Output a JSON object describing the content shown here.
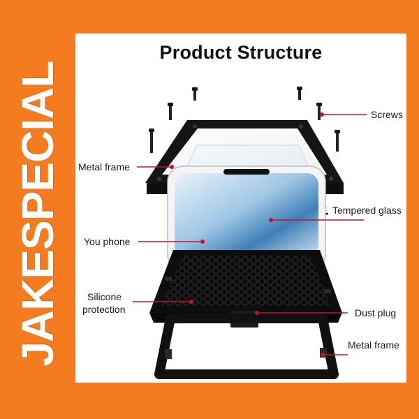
{
  "brand": {
    "text": "JAKESPECIAL"
  },
  "title": "Product Structure",
  "labels": {
    "screws": "Screws",
    "metal_frame_top": "Metal frame",
    "tempered_glass": "Tempered glass",
    "you_phone": "You phone",
    "silicone_line1": "Silicone",
    "silicone_line2": "protection",
    "dust_plug": "Dust plug",
    "metal_frame_bottom": "Metal frame"
  },
  "colors": {
    "brand_orange": "#f47b20",
    "panel": "#ffffff",
    "leader": "#c8102e",
    "metal": "#161616"
  },
  "icons": [
    "screw-icon",
    "metal-frame-icon",
    "tempered-glass-icon",
    "phone-icon",
    "silicone-case-icon",
    "dust-plug-icon"
  ]
}
